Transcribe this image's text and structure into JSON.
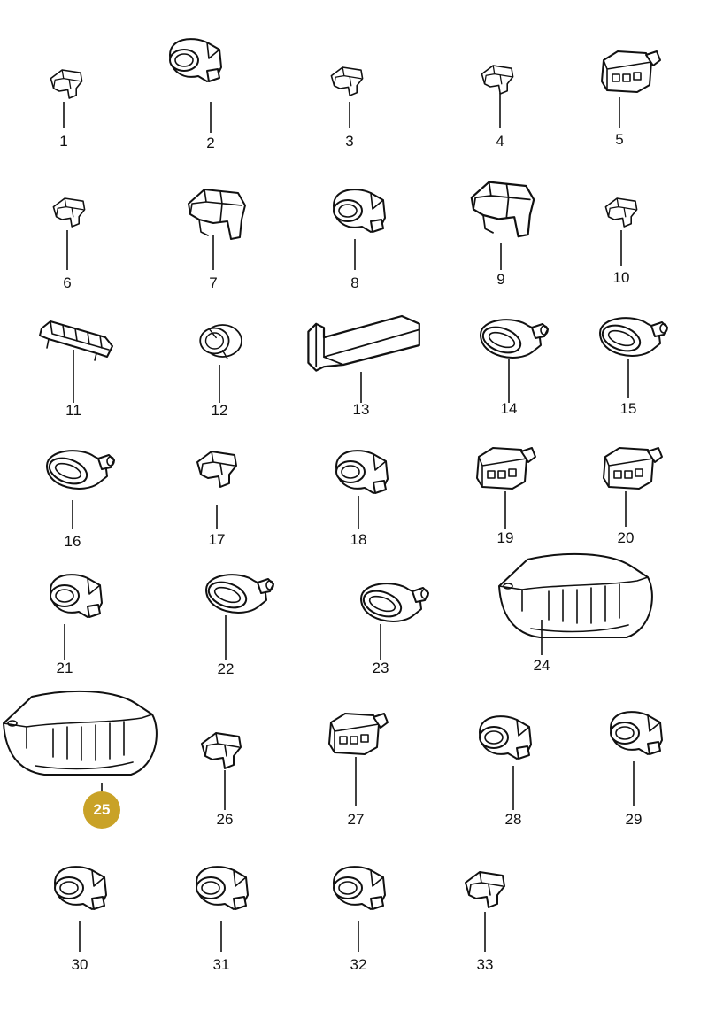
{
  "highlight_color": "#c9a227",
  "highlight_text_color": "#ffffff",
  "parts": [
    {
      "label": "1",
      "icon": "clip-icon"
    },
    {
      "label": "2",
      "icon": "angled-boot-icon"
    },
    {
      "label": "3",
      "icon": "clip-icon"
    },
    {
      "label": "4",
      "icon": "clip-icon"
    },
    {
      "label": "5",
      "icon": "connector-housing-icon"
    },
    {
      "label": "6",
      "icon": "clip-icon"
    },
    {
      "label": "7",
      "icon": "double-clip-icon"
    },
    {
      "label": "8",
      "icon": "angled-boot-icon"
    },
    {
      "label": "9",
      "icon": "double-clip-icon"
    },
    {
      "label": "10",
      "icon": "clip-icon"
    },
    {
      "label": "11",
      "icon": "multi-clip-icon"
    },
    {
      "label": "12",
      "icon": "grommet-icon"
    },
    {
      "label": "13",
      "icon": "bracket-icon"
    },
    {
      "label": "14",
      "icon": "oval-grommet-icon"
    },
    {
      "label": "15",
      "icon": "oval-grommet-icon"
    },
    {
      "label": "16",
      "icon": "oval-grommet-icon"
    },
    {
      "label": "17",
      "icon": "clip-icon"
    },
    {
      "label": "18",
      "icon": "angled-boot-icon"
    },
    {
      "label": "19",
      "icon": "connector-housing-icon"
    },
    {
      "label": "20",
      "icon": "connector-housing-icon"
    },
    {
      "label": "21",
      "icon": "angled-boot-icon"
    },
    {
      "label": "22",
      "icon": "oval-grommet-icon"
    },
    {
      "label": "23",
      "icon": "oval-grommet-icon"
    },
    {
      "label": "24",
      "icon": "large-cover-icon"
    },
    {
      "label": "25",
      "icon": "large-cover-icon",
      "highlighted": true
    },
    {
      "label": "26",
      "icon": "clip-icon"
    },
    {
      "label": "27",
      "icon": "connector-housing-icon"
    },
    {
      "label": "28",
      "icon": "angled-boot-icon"
    },
    {
      "label": "29",
      "icon": "angled-boot-icon"
    },
    {
      "label": "30",
      "icon": "angled-boot-icon"
    },
    {
      "label": "31",
      "icon": "angled-boot-icon"
    },
    {
      "label": "32",
      "icon": "angled-boot-icon"
    },
    {
      "label": "33",
      "icon": "clip-icon"
    }
  ]
}
